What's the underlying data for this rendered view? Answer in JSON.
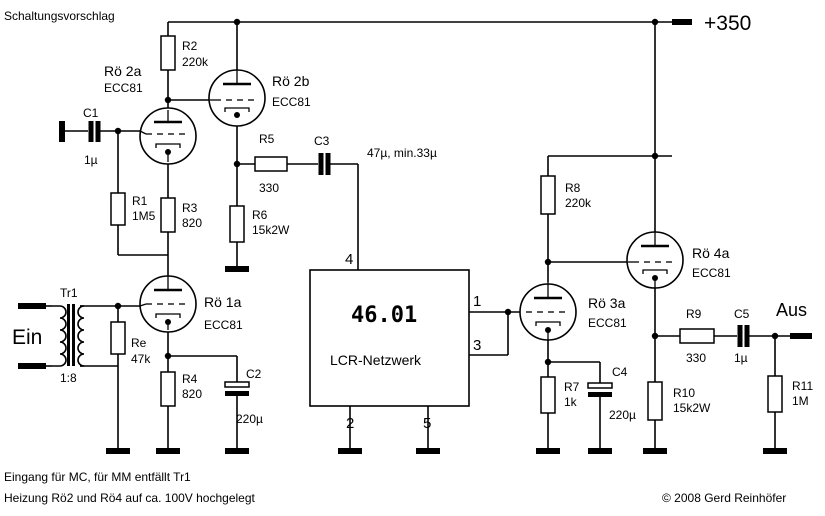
{
  "title": "Schaltungsvorschlag",
  "supply": "+350",
  "input_label": "Ein",
  "output_label": "Aus",
  "module": {
    "number": "46.01",
    "name": "LCR-Netzwerk",
    "pins": {
      "p1": "1",
      "p2": "2",
      "p3": "3",
      "p4": "4",
      "p5": "5"
    }
  },
  "tubes": {
    "ro1a": {
      "name": "Rö 1a",
      "type": "ECC81"
    },
    "ro2a": {
      "name": "Rö 2a",
      "type": "ECC81"
    },
    "ro2b": {
      "name": "Rö 2b",
      "type": "ECC81"
    },
    "ro3a": {
      "name": "Rö 3a",
      "type": "ECC81"
    },
    "ro4a": {
      "name": "Rö 4a",
      "type": "ECC81"
    }
  },
  "components": {
    "c1": {
      "name": "C1",
      "value": "1µ"
    },
    "r1": {
      "name": "R1",
      "value": "1M5"
    },
    "r2": {
      "name": "R2",
      "value": "220k"
    },
    "r3": {
      "name": "R3",
      "value": "820"
    },
    "r4": {
      "name": "R4",
      "value": "820"
    },
    "re": {
      "name": "Re",
      "value": "47k"
    },
    "c2": {
      "name": "C2",
      "value": "220µ"
    },
    "r5": {
      "name": "R5",
      "value": "330"
    },
    "c3": {
      "name": "C3",
      "value": "47µ, min.33µ"
    },
    "r6": {
      "name": "R6",
      "value": "15k2W"
    },
    "r7": {
      "name": "R7",
      "value": "1k"
    },
    "c4": {
      "name": "C4",
      "value": "220µ"
    },
    "r8": {
      "name": "R8",
      "value": "220k"
    },
    "r9": {
      "name": "R9",
      "value": "330"
    },
    "c5": {
      "name": "C5",
      "value": "1µ"
    },
    "r10": {
      "name": "R10",
      "value": "15k2W"
    },
    "r11": {
      "name": "R11",
      "value": "1M"
    },
    "tr1": {
      "name": "Tr1",
      "value": "1:8"
    }
  },
  "notes": {
    "line1": "Eingang für MC, für MM entfällt Tr1",
    "line2": "Heizung Rö2 und Rö4 auf ca. 100V hochgelegt",
    "copyright": "© 2008 Gerd Reinhöfer"
  }
}
